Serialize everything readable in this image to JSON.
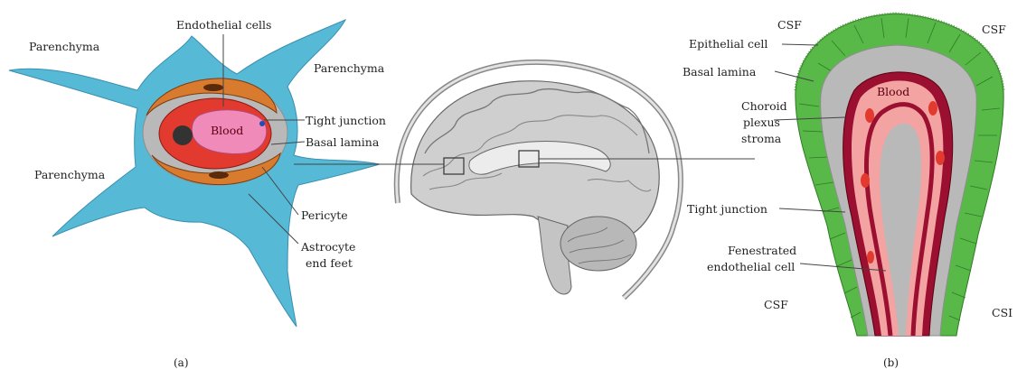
{
  "panel_a": {
    "label": "(a)",
    "parenchyma_top_left": "Parenchyma",
    "parenchyma_right": "Parenchyma",
    "parenchyma_bottom_left": "Parenchyma",
    "endothelial_cells": "Endothelial cells",
    "blood": "Blood",
    "tight_junction": "Tight junction",
    "basal_lamina": "Basal lamina",
    "pericyte": "Pericyte",
    "astrocyte_line1": "Astrocyte",
    "astrocyte_line2": "end feet"
  },
  "panel_b": {
    "label": "(b)",
    "csf_top_left": "CSF",
    "csf_top_right": "CSF",
    "csf_bottom_left": "CSF",
    "csf_bottom_right": "CSI",
    "epithelial_cell": "Epithelial cell",
    "basal_lamina": "Basal lamina",
    "choroid_line1": "Choroid",
    "choroid_line2": "plexus",
    "choroid_line3": "stroma",
    "blood": "Blood",
    "tight_junction": "Tight junction",
    "fenestrated_line1": "Fenestrated",
    "fenestrated_line2": "endothelial cell"
  },
  "colors": {
    "astrocyte": "#56b9d6",
    "pericyte": "#d97b2e",
    "basal_lamina": "#b9b9b9",
    "endothelium": "#e23a2e",
    "blood": "#f08ab8",
    "epithelium": "#58b948",
    "blood_vessel_dark": "#9b1030",
    "stroma_pink": "#f4a3a3",
    "brain": "#cfcfcf"
  }
}
